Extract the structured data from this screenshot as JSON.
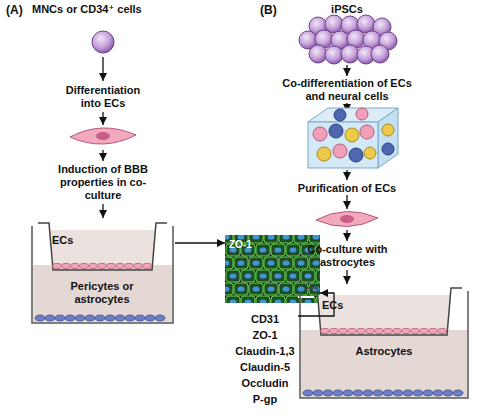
{
  "diagram": {
    "nodes": [
      {
        "text": [
          "ECs",
          "Pericytes or astrocytes"
        ]
      },
      {
        "text": [
          "ZO-1"
        ]
      },
      {
        "text": [
          "ECs",
          "Astrocytes"
        ]
      }
    ],
    "edges": [
      {
        "from": 0,
        "to": 1,
        "arrow": "to"
      },
      {
        "from": 2,
        "to": 1,
        "arrow": "to"
      }
    ],
    "labels": [
      "(A)",
      "MNCs or CD34⁺ cells",
      "(B)",
      "iPSCs",
      "Differentiation into ECs",
      "Co-differentiation of ECs and neural cells",
      "Purification of ECs",
      "Induction of BBB properties in co-culture",
      "Co-culture with astrocytes",
      "CD31",
      "ZO-1",
      "Claudin-1,3",
      "Claudin-5",
      "Occludin",
      "P-gp"
    ]
  }
}
